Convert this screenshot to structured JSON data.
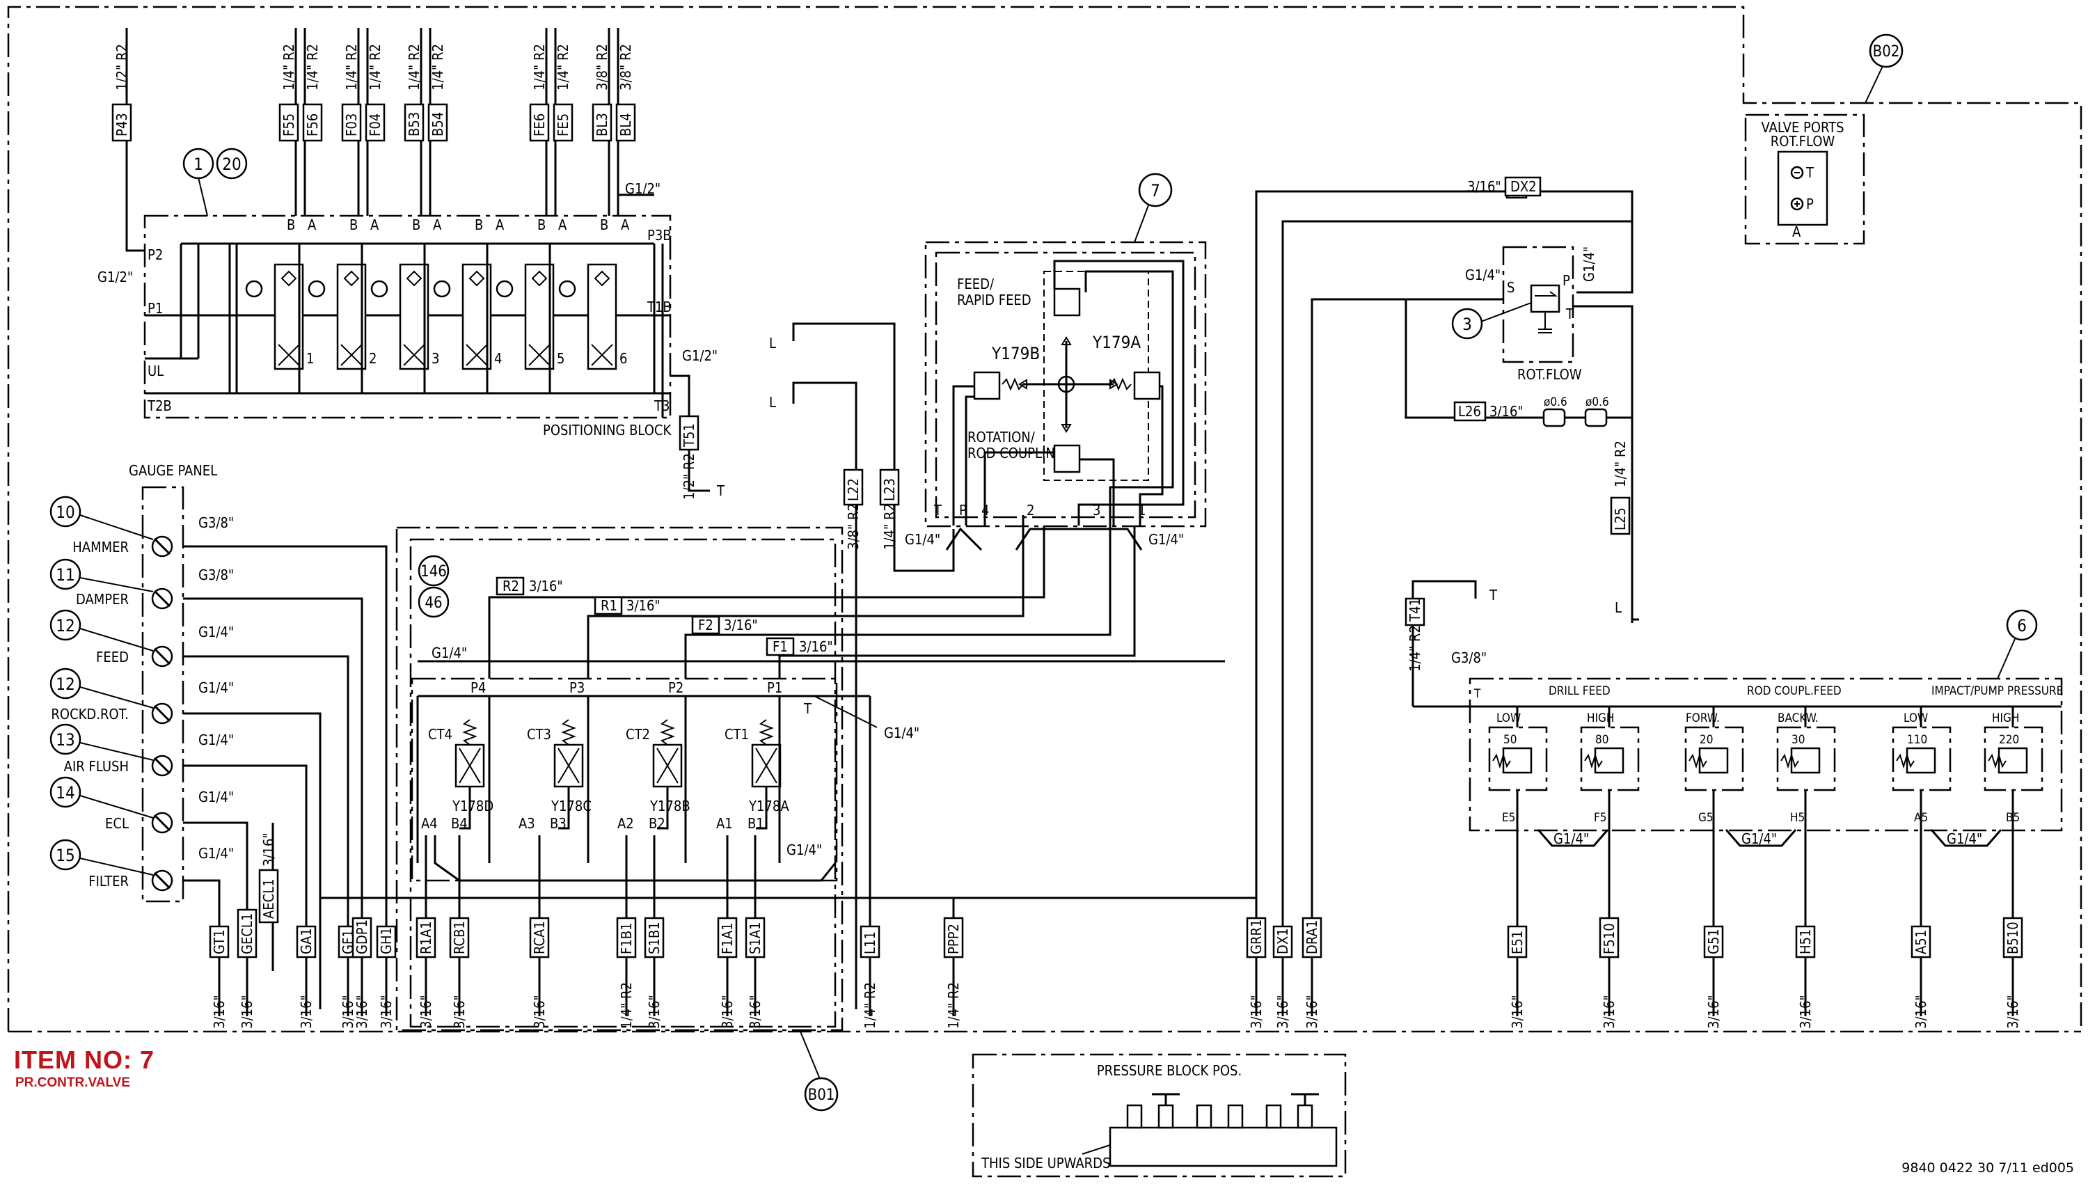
{
  "item": {
    "title": "ITEM NO: 7",
    "subtitle": "PR.CONTR.VALVE"
  },
  "document_number": "9840 0422 30 7/11 ed005",
  "balloons": {
    "b1": "1",
    "b20": "20",
    "b7": "7",
    "b3": "3",
    "b6": "6",
    "b10": "10",
    "b11": "11",
    "b12a": "12",
    "b12b": "12",
    "b13": "13",
    "b14": "14",
    "b15": "15",
    "b146": "146",
    "b46": "46",
    "b01": "B01",
    "b02": "B02"
  },
  "positioning_block": {
    "title": "POSITIONING BLOCK",
    "top_ports": [
      {
        "tag": "P43",
        "size": "1/2\" R2"
      },
      {
        "tag": "F55",
        "size": "1/4\" R2"
      },
      {
        "tag": "F56",
        "size": "1/4\" R2"
      },
      {
        "tag": "F03",
        "size": "1/4\" R2"
      },
      {
        "tag": "F04",
        "size": "1/4\" R2"
      },
      {
        "tag": "B53",
        "size": "1/4\" R2"
      },
      {
        "tag": "B54",
        "size": "1/4\" R2"
      },
      {
        "tag": "FE6",
        "size": "1/4\" R2"
      },
      {
        "tag": "FE5",
        "size": "1/4\" R2"
      },
      {
        "tag": "BL3",
        "size": "3/8\" R2"
      },
      {
        "tag": "BL4",
        "size": "3/8\" R2"
      }
    ],
    "port_labels": [
      "P2",
      "P1",
      "UL",
      "T2B",
      "P3B",
      "T1B",
      "T3",
      "G1/2\"",
      "G1/2\"",
      "G1/2\""
    ],
    "ab_labels": [
      "B",
      "A",
      "B",
      "A",
      "B",
      "A",
      "B",
      "A",
      "B",
      "A",
      "B",
      "A"
    ],
    "section_numbers": [
      "1",
      "2",
      "3",
      "4",
      "5",
      "6"
    ],
    "tank_tag": "T51",
    "tank_size": "1/2\" R2",
    "tank_letter": "T"
  },
  "gauge_panel": {
    "title": "GAUGE PANEL",
    "gauges": [
      {
        "label": "HAMMER",
        "port": "G3/8\""
      },
      {
        "label": "DAMPER",
        "port": "G3/8\""
      },
      {
        "label": "FEED",
        "port": "G1/4\""
      },
      {
        "label": "ROCKD.ROT.",
        "port": "G1/4\""
      },
      {
        "label": "AIR FLUSH",
        "port": "G1/4\""
      },
      {
        "label": "ECL",
        "port": "G1/4\""
      },
      {
        "label": "FILTER",
        "port": "G1/4\""
      }
    ],
    "aecl_tag": "AECL1",
    "aecl_size": "3/16\""
  },
  "pressure_control": {
    "lines": [
      {
        "tag": "R2",
        "size": "3/16\""
      },
      {
        "tag": "R1",
        "size": "3/16\""
      },
      {
        "tag": "F2",
        "size": "3/16\""
      },
      {
        "tag": "F1",
        "size": "3/16\""
      }
    ],
    "ports_top": [
      "P4",
      "P3",
      "P2",
      "P1",
      "T"
    ],
    "cartridges": [
      "CT4",
      "CT3",
      "CT2",
      "CT1"
    ],
    "solenoids": [
      "Y178D",
      "Y178C",
      "Y178B",
      "Y178A"
    ],
    "ports_bottom": [
      "A4",
      "B4",
      "A3",
      "B3",
      "A2",
      "B2",
      "A1",
      "B1"
    ],
    "fittings": [
      "G1/4\"",
      "G1/4\"",
      "G1/4\""
    ]
  },
  "feed_rotation_valve": {
    "label_feed": "FEED/",
    "label_feed2": "RAPID FEED",
    "label_rot": "ROTATION/",
    "label_rot2": "ROD COUPLING",
    "solenoid_b": "Y179B",
    "solenoid_a": "Y179A",
    "ports": [
      "T",
      "P",
      "4",
      "2",
      "3",
      "1"
    ],
    "fittings": [
      "G1/4\"",
      "G1/4\""
    ],
    "l_lines": [
      {
        "tag": "L22",
        "size": "3/8\" R2"
      },
      {
        "tag": "L23",
        "size": "1/4\" R2"
      }
    ],
    "l_letters": [
      "L",
      "L"
    ]
  },
  "rot_flow": {
    "title": "ROT.FLOW",
    "line_tag": "DX2",
    "line_size": "3/16\"",
    "ports": [
      "S",
      "P",
      "T",
      "G1/4\"",
      "G1/4\""
    ],
    "l26_tag": "L26",
    "l26_size": "3/16\"",
    "orifices": [
      "ø0.6",
      "ø0.6"
    ],
    "l25_tag": "L25",
    "l25_size": "1/4\" R2",
    "l_letter": "L"
  },
  "valve_ports": {
    "title": "VALVE PORTS",
    "subtitle": "ROT.FLOW",
    "ports": [
      "T",
      "P",
      "A"
    ]
  },
  "pressure_block_6": {
    "groups": [
      "DRILL FEED",
      "ROD COUPL.FEED",
      "IMPACT/PUMP PRESSURE"
    ],
    "valves": [
      {
        "mode": "LOW",
        "setting": "50",
        "port": "E5"
      },
      {
        "mode": "HIGH",
        "setting": "80",
        "port": "F5"
      },
      {
        "mode": "FORW.",
        "setting": "20",
        "port": "G5"
      },
      {
        "mode": "BACKW.",
        "setting": "30",
        "port": "H5"
      },
      {
        "mode": "LOW",
        "setting": "110",
        "port": "A5"
      },
      {
        "mode": "HIGH",
        "setting": "220",
        "port": "B5"
      }
    ],
    "inlet_tag": "T41",
    "inlet_size": "1/4\" R2",
    "inlet_port": "G3/8\"",
    "tank": "T",
    "fittings": [
      "G1/4\"",
      "G1/4\"",
      "G1/4\""
    ]
  },
  "bottom_hoses": [
    {
      "tag": "GT1",
      "size": "3/16\""
    },
    {
      "tag": "GECL1",
      "size": "3/16\""
    },
    {
      "tag": "GA1",
      "size": "3/16\""
    },
    {
      "tag": "GF1",
      "size": "3/16\""
    },
    {
      "tag": "GDP1",
      "size": "3/16\""
    },
    {
      "tag": "GH1",
      "size": "3/16\""
    },
    {
      "tag": "R1A1",
      "size": "3/16\""
    },
    {
      "tag": "RCB1",
      "size": "3/16\""
    },
    {
      "tag": "RCA1",
      "size": "3/16\""
    },
    {
      "tag": "F1B1",
      "size": "1/4\" R2"
    },
    {
      "tag": "S1B1",
      "size": "3/16\""
    },
    {
      "tag": "F1A1",
      "size": "3/16\""
    },
    {
      "tag": "S1A1",
      "size": "3/16\""
    },
    {
      "tag": "L11",
      "size": "1/4\" R2"
    },
    {
      "tag": "PPP2",
      "size": "1/4\" R2"
    },
    {
      "tag": "GRR1",
      "size": "3/16\""
    },
    {
      "tag": "DX1",
      "size": "3/16\""
    },
    {
      "tag": "DRA1",
      "size": "3/16\""
    },
    {
      "tag": "E51",
      "size": "3/16\""
    },
    {
      "tag": "F510",
      "size": "3/16\""
    },
    {
      "tag": "G51",
      "size": "3/16\""
    },
    {
      "tag": "H51",
      "size": "3/16\""
    },
    {
      "tag": "A51",
      "size": "3/16\""
    },
    {
      "tag": "B510",
      "size": "3/16\""
    }
  ],
  "pressure_block_pos": {
    "title": "PRESSURE BLOCK POS.",
    "note": "THIS SIDE UPWARDS"
  }
}
